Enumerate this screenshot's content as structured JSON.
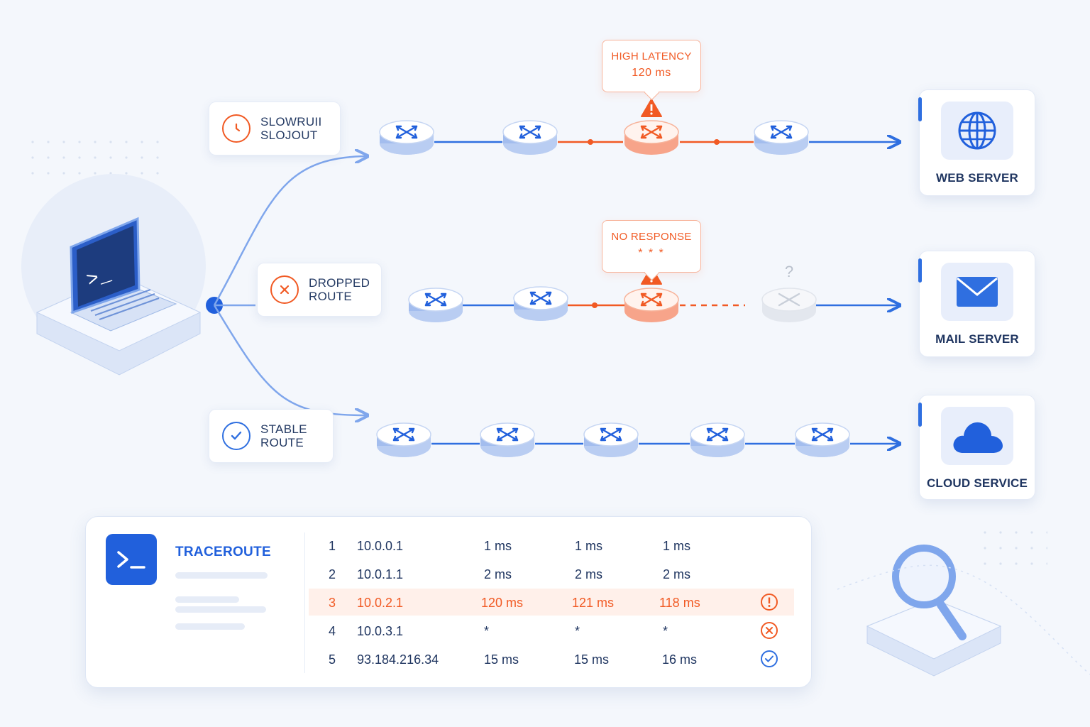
{
  "labels": {
    "slow_route": [
      "SLOWRUII",
      "SLOJOUT"
    ],
    "dropped_route": [
      "DROPPED",
      "ROUTE"
    ],
    "stable_route": [
      "STABLE",
      "ROUTE"
    ]
  },
  "callouts": {
    "high_latency": {
      "title": "HIGH LATENCY",
      "sub": "120 ms"
    },
    "no_response": {
      "title": "NO RESPONSE",
      "sub": "* * *"
    }
  },
  "unknown_hop_mark": "?",
  "destinations": {
    "web": {
      "label": "WEB SERVER",
      "icon": "globe-icon"
    },
    "mail": {
      "label": "MAIL SERVER",
      "icon": "envelope-icon"
    },
    "cloud": {
      "label": "CLOUD SERVICE",
      "icon": "cloud-icon"
    }
  },
  "laptop_prompt": ">_",
  "traceroute": {
    "title": "TRACEROUTE",
    "rows": [
      {
        "hop": "1",
        "ip": "10.0.0.1",
        "t1": "1 ms",
        "t2": "1 ms",
        "t3": "1 ms",
        "status": "none"
      },
      {
        "hop": "2",
        "ip": "10.0.1.1",
        "t1": "2 ms",
        "t2": "2 ms",
        "t3": "2 ms",
        "status": "none"
      },
      {
        "hop": "3",
        "ip": "10.0.2.1",
        "t1": "120 ms",
        "t2": "121 ms",
        "t3": "118 ms",
        "status": "warning"
      },
      {
        "hop": "4",
        "ip": "10.0.3.1",
        "t1": "*",
        "t2": "*",
        "t3": "*",
        "status": "error"
      },
      {
        "hop": "5",
        "ip": "93.184.216.34",
        "t1": "15 ms",
        "t2": "15 ms",
        "t3": "16 ms",
        "status": "ok"
      }
    ]
  },
  "colors": {
    "accent": "#2f6fe0",
    "alert": "#f15a24",
    "ok": "#2f6fe0"
  }
}
